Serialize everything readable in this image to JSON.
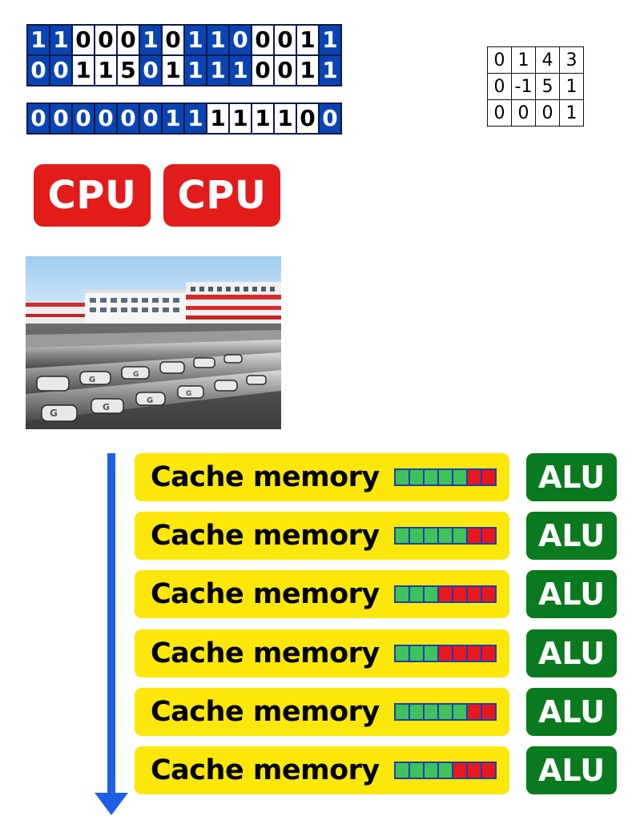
{
  "bit_grid_top": {
    "rows": [
      [
        {
          "text": "1",
          "color": "blue"
        },
        {
          "text": "1",
          "color": "blue"
        },
        {
          "text": "0",
          "color": "white"
        },
        {
          "text": "0",
          "color": "white"
        },
        {
          "text": "0",
          "color": "white"
        },
        {
          "text": "1",
          "color": "blue"
        },
        {
          "text": "0",
          "color": "white"
        },
        {
          "text": "1",
          "color": "blue"
        },
        {
          "text": "1",
          "color": "blue"
        },
        {
          "text": "0",
          "color": "blue"
        },
        {
          "text": "0",
          "color": "white"
        },
        {
          "text": "0",
          "color": "white"
        },
        {
          "text": "1",
          "color": "white"
        },
        {
          "text": "1",
          "color": "blue"
        }
      ],
      [
        {
          "text": "0",
          "color": "blue"
        },
        {
          "text": "0",
          "color": "blue"
        },
        {
          "text": "1",
          "color": "white"
        },
        {
          "text": "1",
          "color": "white"
        },
        {
          "text": "5",
          "color": "white"
        },
        {
          "text": "0",
          "color": "blue"
        },
        {
          "text": "1",
          "color": "white"
        },
        {
          "text": "1",
          "color": "blue"
        },
        {
          "text": "1",
          "color": "blue"
        },
        {
          "text": "1",
          "color": "blue"
        },
        {
          "text": "0",
          "color": "white"
        },
        {
          "text": "0",
          "color": "white"
        },
        {
          "text": "1",
          "color": "white"
        },
        {
          "text": "1",
          "color": "blue"
        }
      ]
    ]
  },
  "bit_grid_bottom": {
    "rows": [
      [
        {
          "text": "0",
          "color": "blue"
        },
        {
          "text": "0",
          "color": "blue"
        },
        {
          "text": "0",
          "color": "blue"
        },
        {
          "text": "0",
          "color": "blue"
        },
        {
          "text": "0",
          "color": "blue"
        },
        {
          "text": "0",
          "color": "blue"
        },
        {
          "text": "1",
          "color": "blue"
        },
        {
          "text": "1",
          "color": "blue"
        },
        {
          "text": "1",
          "color": "white"
        },
        {
          "text": "1",
          "color": "white"
        },
        {
          "text": "1",
          "color": "white"
        },
        {
          "text": "1",
          "color": "white"
        },
        {
          "text": "0",
          "color": "white"
        },
        {
          "text": "0",
          "color": "blue"
        }
      ]
    ]
  },
  "matrix": {
    "rows": [
      [
        "0",
        "1",
        "4",
        "3"
      ],
      [
        "0",
        "-1",
        "5",
        "1"
      ],
      [
        "0",
        "0",
        "0",
        "1"
      ]
    ]
  },
  "cpu_badges": [
    {
      "label": "CPU"
    },
    {
      "label": "CPU"
    }
  ],
  "photo": {
    "icon": "industrial-photo-icon",
    "chip_label": "G"
  },
  "cache_rows": [
    {
      "label": "Cache memory",
      "bar": [
        "green",
        "green",
        "green",
        "green",
        "green",
        "red",
        "red"
      ]
    },
    {
      "label": "Cache memory",
      "bar": [
        "green",
        "green",
        "green",
        "green",
        "green",
        "red",
        "red"
      ]
    },
    {
      "label": "Cache memory",
      "bar": [
        "green",
        "green",
        "green",
        "red",
        "red",
        "red",
        "red"
      ]
    },
    {
      "label": "Cache memory",
      "bar": [
        "green",
        "green",
        "green",
        "red",
        "red",
        "red",
        "red"
      ]
    },
    {
      "label": "Cache memory",
      "bar": [
        "green",
        "green",
        "green",
        "green",
        "green",
        "red",
        "red"
      ]
    },
    {
      "label": "Cache memory",
      "bar": [
        "green",
        "green",
        "green",
        "green",
        "red",
        "red",
        "red"
      ]
    }
  ],
  "alu_badges": [
    {
      "label": "ALU"
    },
    {
      "label": "ALU"
    },
    {
      "label": "ALU"
    },
    {
      "label": "ALU"
    },
    {
      "label": "ALU"
    },
    {
      "label": "ALU"
    }
  ],
  "colors": {
    "bit_blue": "#0a44b3",
    "cpu_red": "#e21b1b",
    "cache_yellow": "#fbe70a",
    "alu_green": "#0a7a1e",
    "arrow_blue": "#1f5fe8",
    "bar_green": "#3ec35a",
    "bar_red": "#e8191e"
  }
}
